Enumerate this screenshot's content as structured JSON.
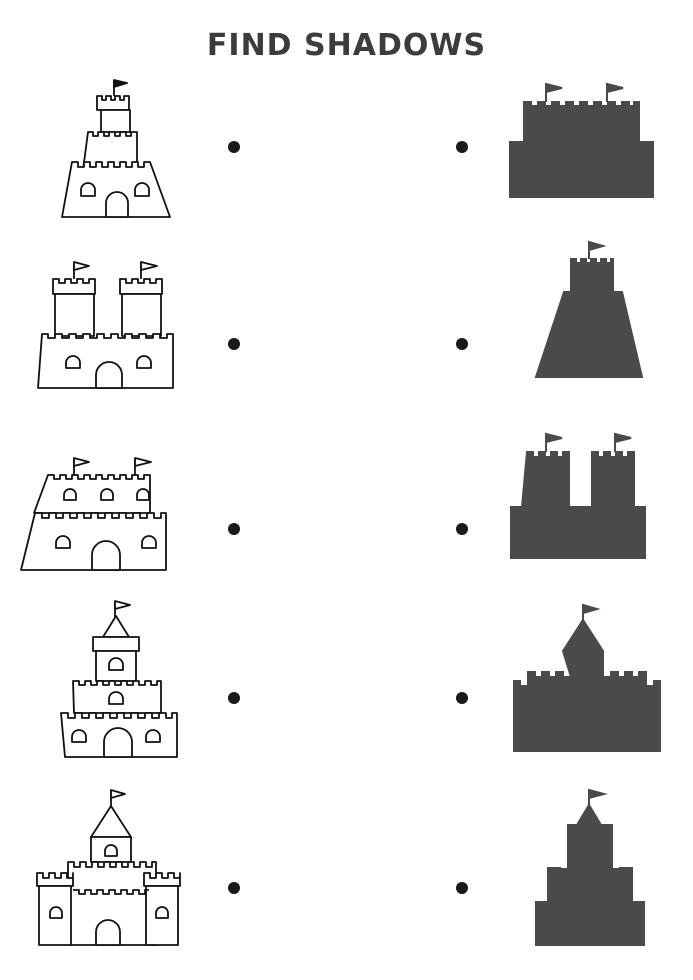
{
  "title": "FIND SHADOWS",
  "colors": {
    "outline": "#111111",
    "shadow": "#4a4a4a",
    "dot": "#1a1a1a",
    "title": "#3c3c3c"
  },
  "rows": [
    {
      "left_castle": "castle-tiered-single-tower",
      "right_shadow": "shadow-wide-two-flags"
    },
    {
      "left_castle": "castle-two-towers",
      "right_shadow": "shadow-tiered-single-tower"
    },
    {
      "left_castle": "castle-wide-two-flags",
      "right_shadow": "shadow-two-towers"
    },
    {
      "left_castle": "castle-spire-three-tiers",
      "right_shadow": "shadow-spire-wide"
    },
    {
      "left_castle": "castle-spire-side-towers",
      "right_shadow": "shadow-spire-stepped"
    }
  ]
}
